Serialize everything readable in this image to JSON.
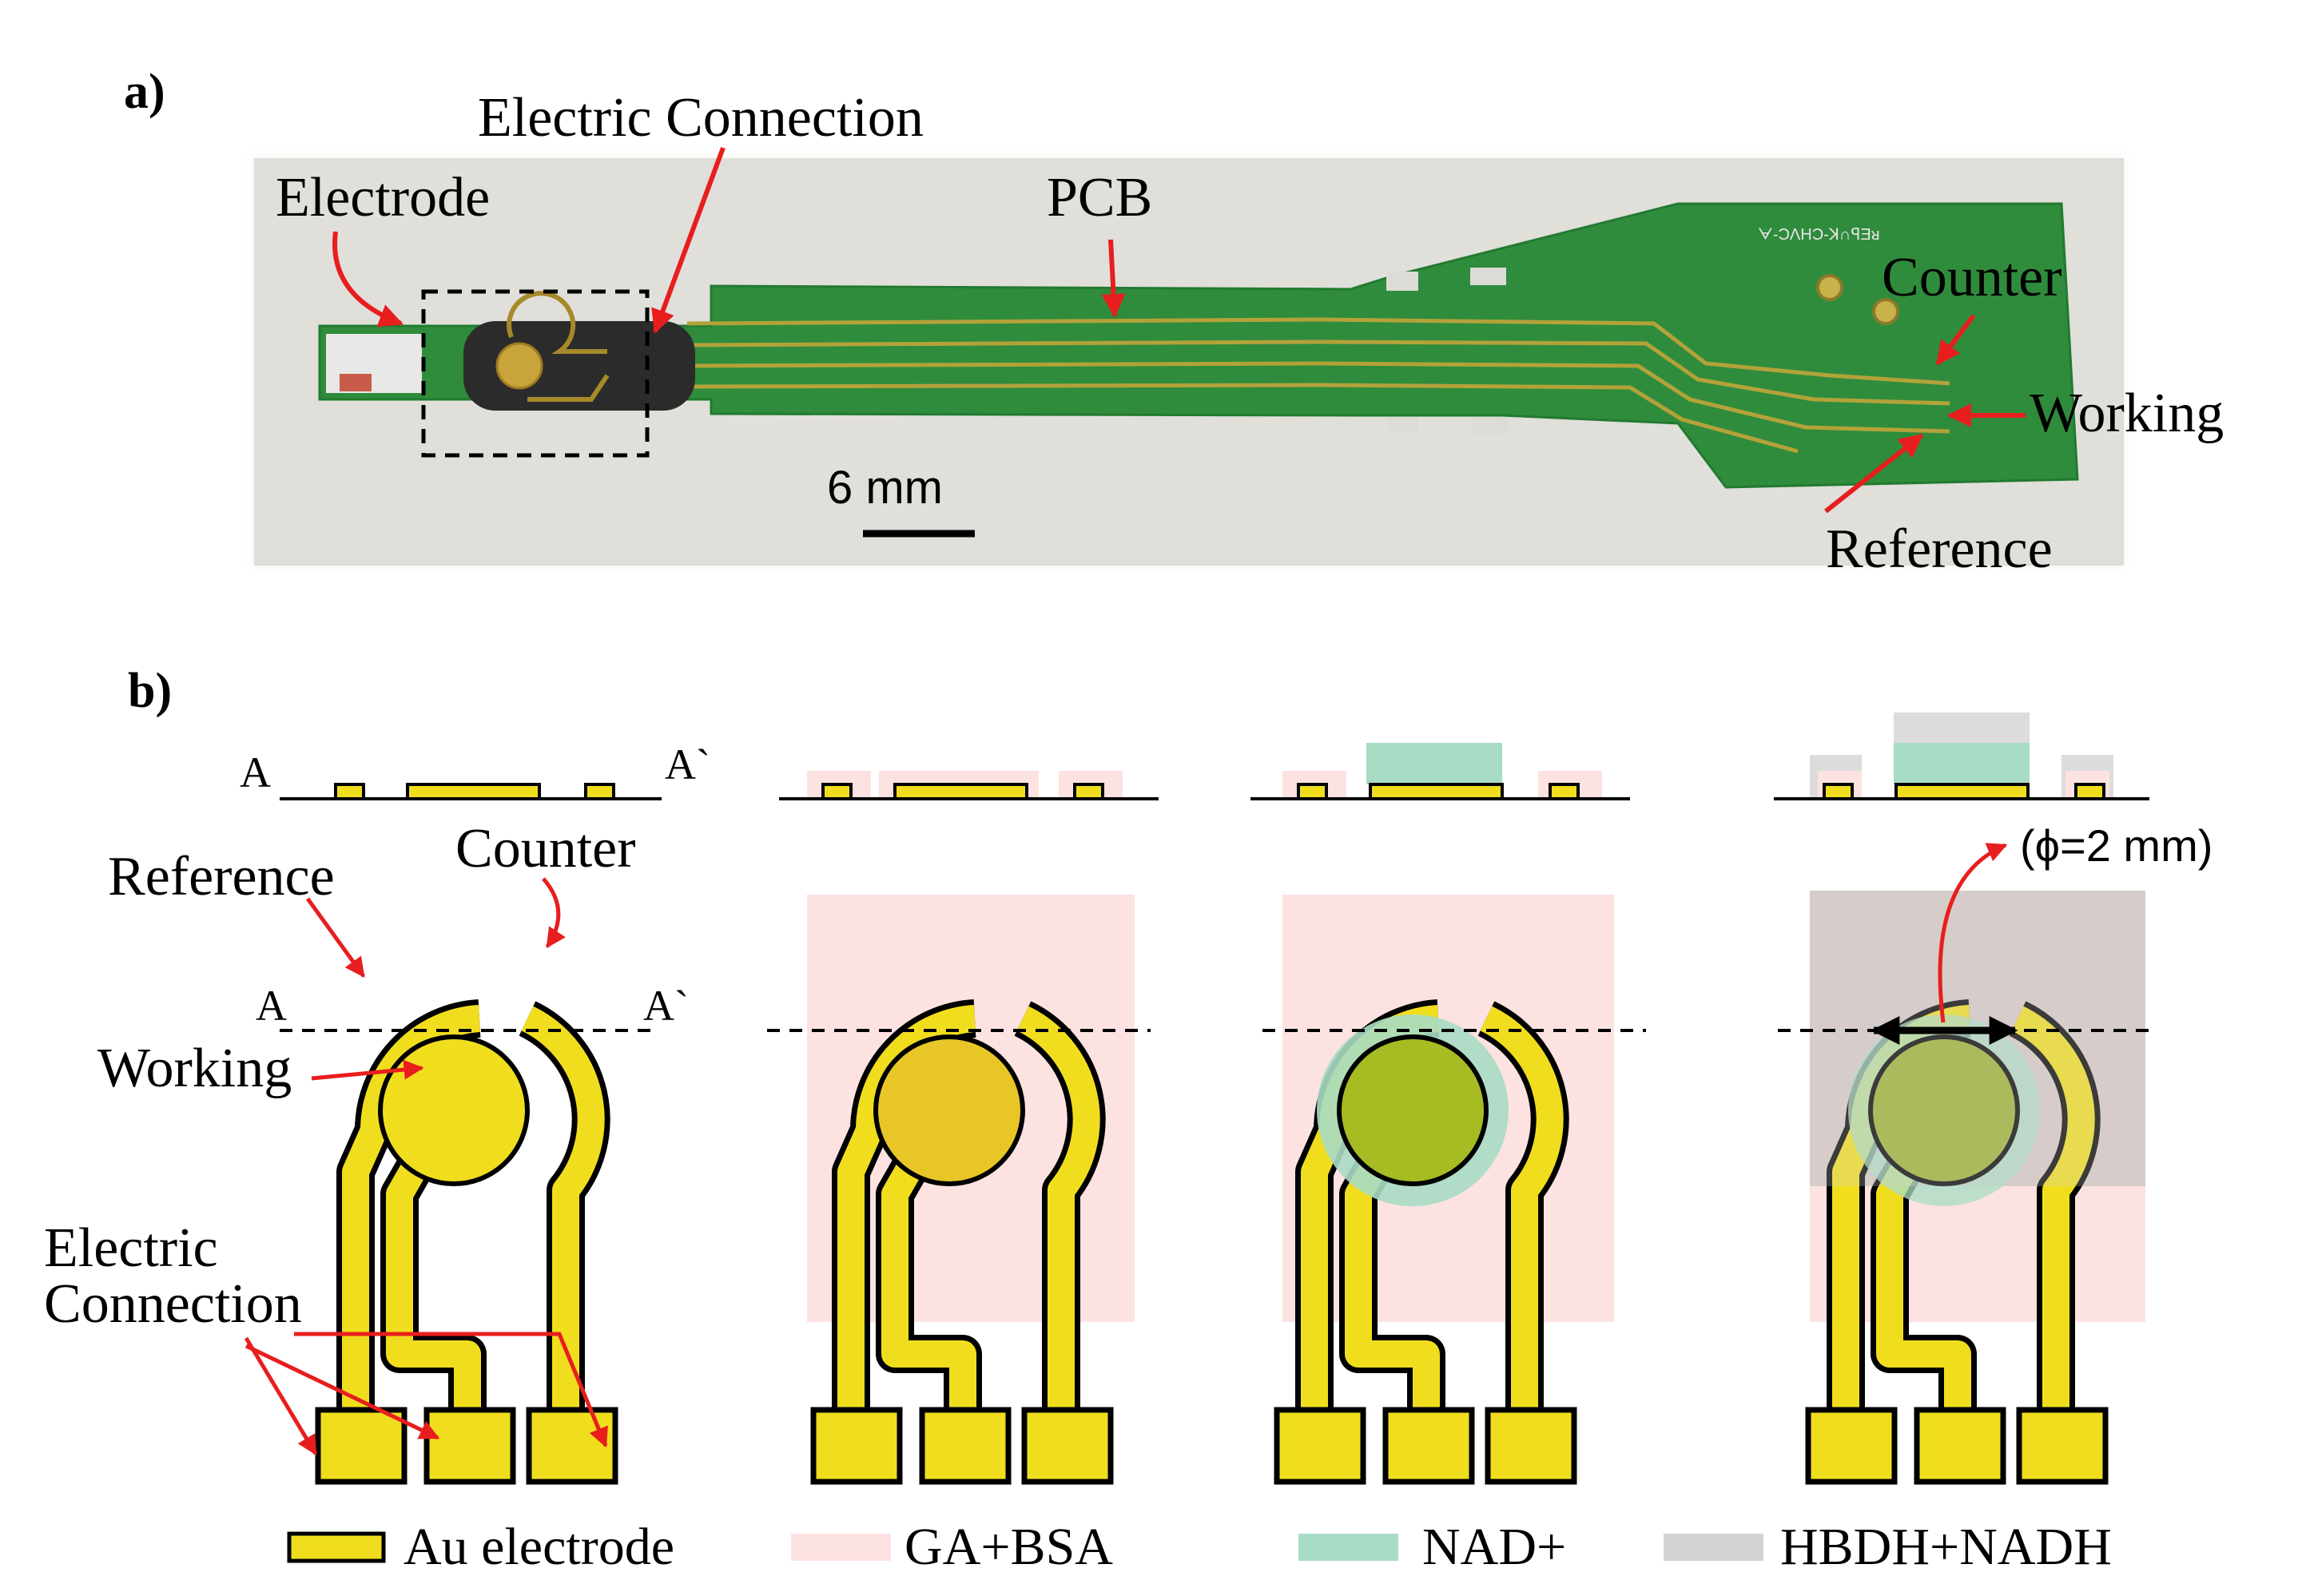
{
  "panel_a": {
    "label": "a)",
    "electric_connection": "Electric Connection",
    "electrode": "Electrode",
    "pcb": "PCB",
    "counter": "Counter",
    "working": "Working",
    "reference": "Reference",
    "scale_bar": "6 mm",
    "board_silkscreen": "ᗄ-ϽΛHϽ-ꓘ∩ꟼƎᴚ"
  },
  "panel_b": {
    "label": "b)",
    "section_a": "A",
    "section_a_prime": "A`",
    "reference": "Reference",
    "counter": "Counter",
    "working": "Working",
    "electric_connection_line1": "Electric",
    "electric_connection_line2": "Connection",
    "diameter": "(ϕ=2 mm)"
  },
  "legend": {
    "au_electrode": "Au electrode",
    "ga_bsa": "GA+BSA",
    "nad": "NAD+",
    "hbdh_nadh": "HBDH+NADH"
  },
  "colors": {
    "gold": "#f0de1e",
    "gold_dark": "#e8c628",
    "ga_bsa": "#fde2e2",
    "nad": "#a8dcc4",
    "hbdh": "#d3d3d3",
    "working_nad": "#a6bc22",
    "working_hbdh": "#9cb030",
    "pcb_green": "#2f8c3c",
    "annotation_red": "#e81e1e",
    "photo_bg": "#dcdbd6"
  }
}
